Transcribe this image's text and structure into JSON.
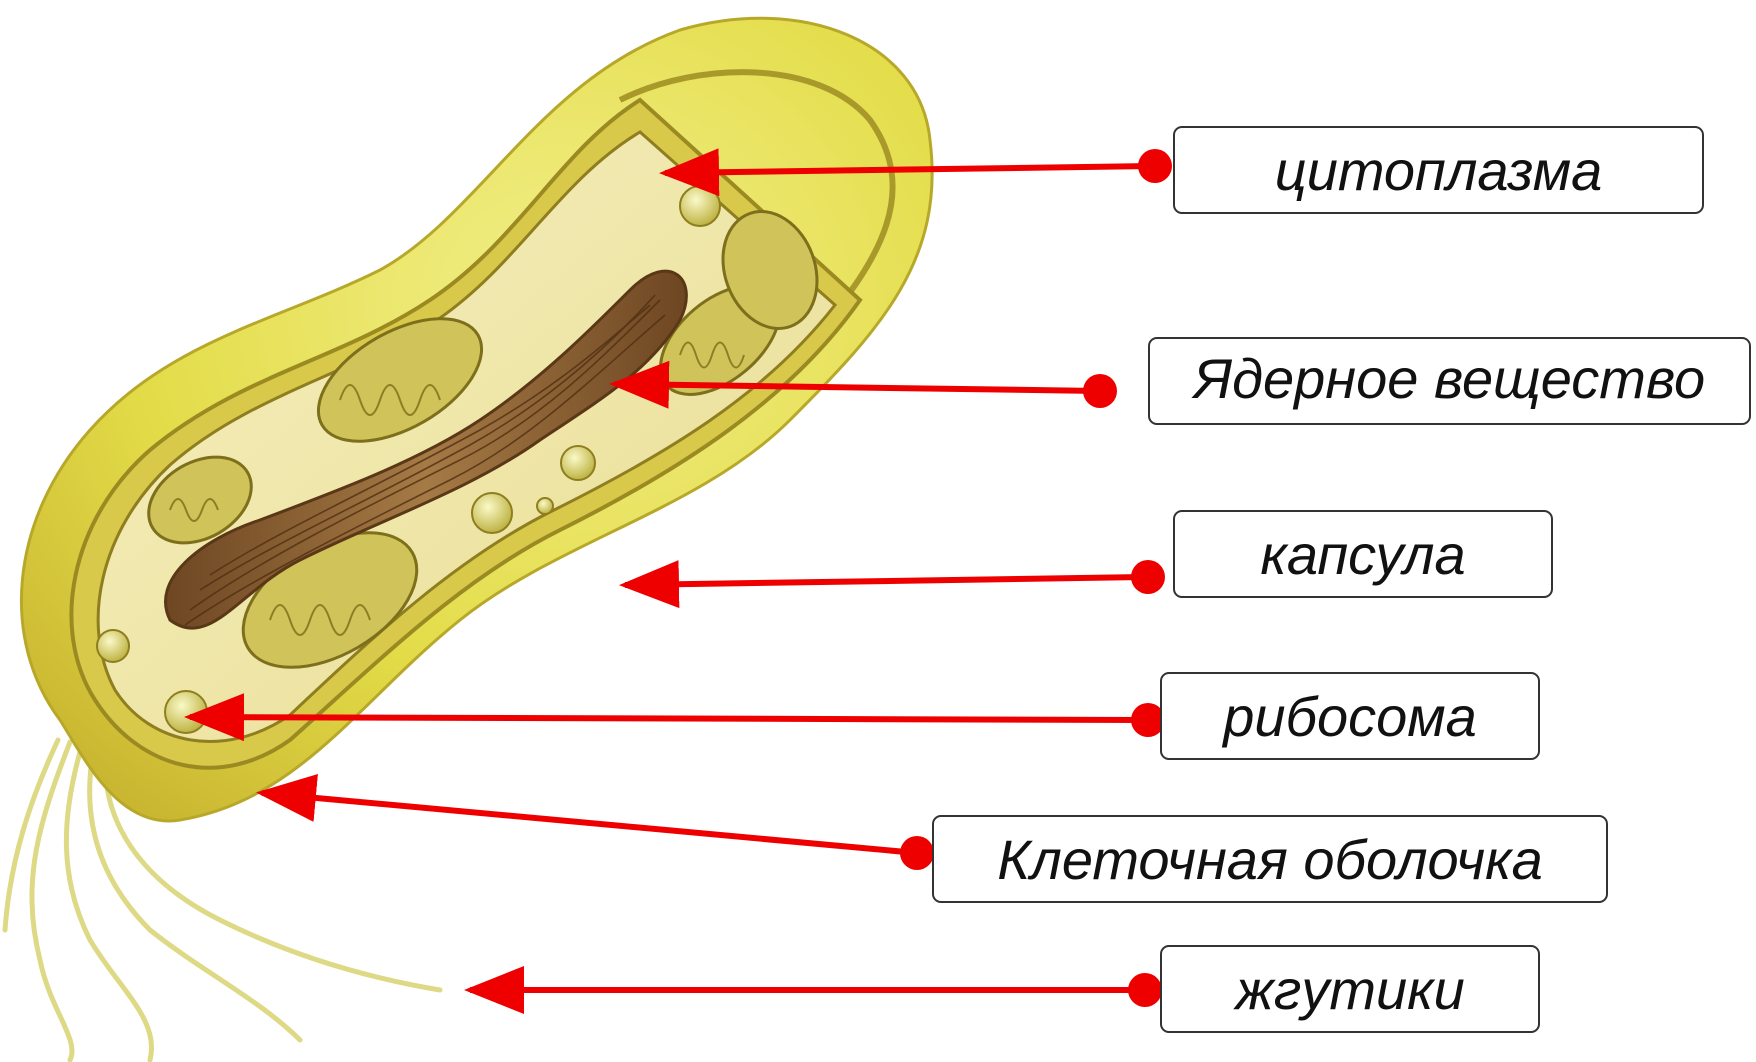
{
  "labels": {
    "cytoplasm": "цитоплазма",
    "nucleoid": "Ядерное вещество",
    "capsule": "капсула",
    "ribosome": "рибосома",
    "cell_wall": "Клеточная оболочка",
    "flagella": "жгутики"
  },
  "colors": {
    "arrow": "#ee0000",
    "capsule_outer": "#e8e84a",
    "capsule_inner": "#d4c23a",
    "cytoplasm": "#efe6a8",
    "nucleoid": "#8a5a2a",
    "mesosome": "#c9c05a",
    "ribosome": "#d9d36a",
    "flagella": "#e3e08a"
  }
}
